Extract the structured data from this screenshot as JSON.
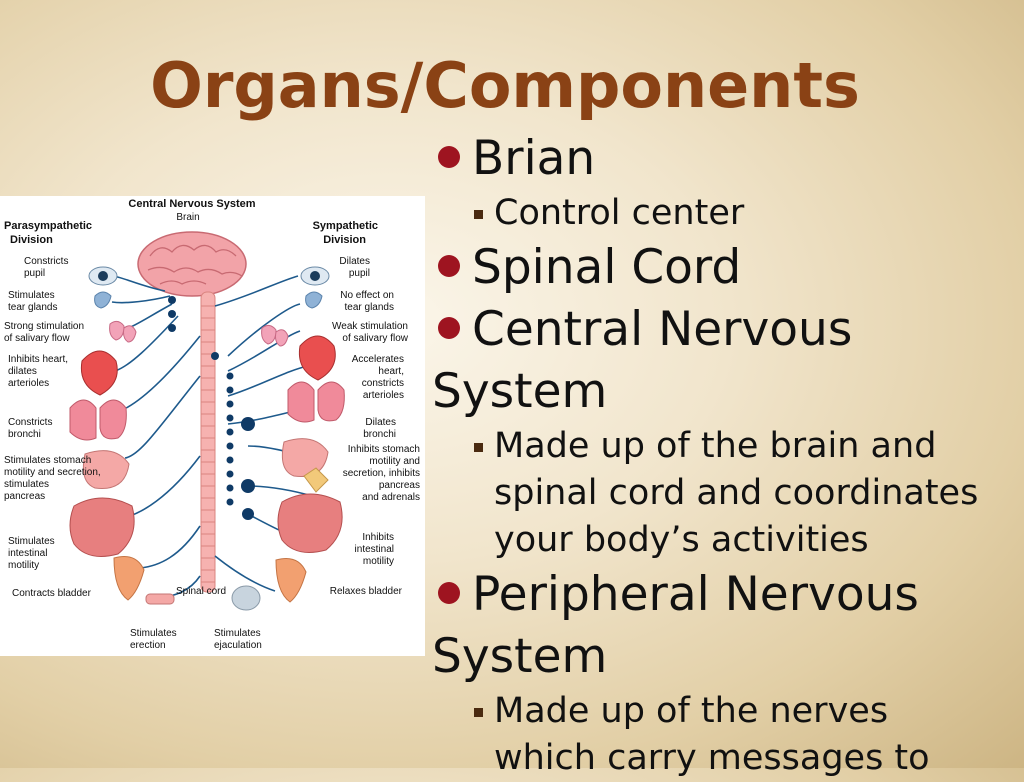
{
  "slide": {
    "title": "Organs/Components",
    "bullets": [
      {
        "text": "Brian",
        "subs": [
          "Control center"
        ]
      },
      {
        "text": "Spinal Cord",
        "subs": []
      },
      {
        "text_line1": "Central Nervous",
        "text_line2": "System",
        "subs": [
          {
            "line1": "Made up of the brain and",
            "line2": "spinal cord and coordinates",
            "line3": "your body’s activities"
          }
        ]
      },
      {
        "text_line1": "Peripheral Nervous",
        "text_line2": "System",
        "subs": [
          {
            "line1": "Made up of the nerves",
            "line2": "which carry messages to"
          }
        ]
      }
    ]
  },
  "diagram": {
    "header": "Central Nervous System",
    "brain": "Brain",
    "left_title1": "Parasympathetic",
    "left_title2": "Division",
    "right_title1": "Sympathetic",
    "right_title2": "Division",
    "left": [
      [
        "Constricts",
        "pupil"
      ],
      [
        "Stimulates",
        "tear glands"
      ],
      [
        "Strong stimulation",
        "of salivary flow"
      ],
      [
        "Inhibits heart,",
        "dilates",
        "arterioles"
      ],
      [
        "Constricts",
        "bronchi"
      ],
      [
        "Stimulates stomach",
        "motility and secretion,",
        "stimulates",
        "pancreas"
      ],
      [
        "Stimulates",
        "intestinal",
        "motility"
      ],
      [
        "Contracts bladder"
      ]
    ],
    "right": [
      [
        "Dilates",
        "pupil"
      ],
      [
        "No effect on",
        "tear glands"
      ],
      [
        "Weak stimulation",
        "of salivary flow"
      ],
      [
        "Accelerates",
        "heart,",
        "constricts",
        "arterioles"
      ],
      [
        "Dilates",
        "bronchi"
      ],
      [
        "Inhibits stomach",
        "motility and",
        "secretion, inhibits",
        "pancreas",
        "and adrenals"
      ],
      [
        "Inhibits",
        "intestinal",
        "motility"
      ],
      [
        "Relaxes bladder"
      ]
    ],
    "spinal_cord": "Spinal cord",
    "bottom_left": [
      "Stimulates",
      "erection"
    ],
    "bottom_right": [
      "Stimulates",
      "ejaculation"
    ]
  }
}
